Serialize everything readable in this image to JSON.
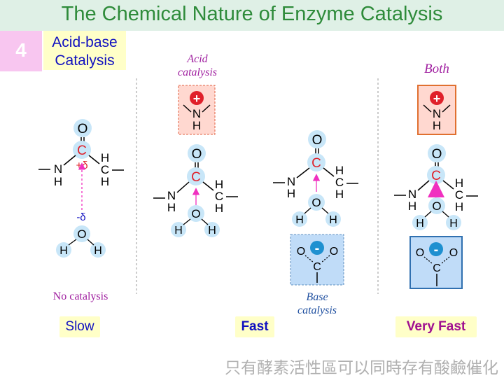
{
  "title": "The Chemical Nature of Enzyme Catalysis",
  "section": {
    "number": "4",
    "line1": "Acid-base",
    "line2": "Catalysis"
  },
  "labels": {
    "acid_catalysis_1": "Acid",
    "acid_catalysis_2": "catalysis",
    "both": "Both",
    "no_catalysis": "No catalysis",
    "base_catalysis_1": "Base",
    "base_catalysis_2": "catalysis"
  },
  "speeds": {
    "slow": "Slow",
    "fast": "Fast",
    "very_fast": "Very Fast"
  },
  "bottom_text": "只有酵素活性區可以同時存有酸鹼催化",
  "atoms": {
    "O": "O",
    "C": "C",
    "N": "N",
    "H": "H",
    "plus": "+",
    "minus": "-",
    "plus_delta": "+δ",
    "minus_delta": "-δ",
    "oxygen_lone": "O"
  },
  "colors": {
    "title": "#2e8b3a",
    "label": "#a020a0",
    "carbon": "#e0202a",
    "arrow": "#f030c0",
    "water_bubble": "#c8e6f8",
    "acid_box": "#ffd8d0",
    "base_box": "#c0dcf8",
    "speed_box": "#ffffc8"
  }
}
